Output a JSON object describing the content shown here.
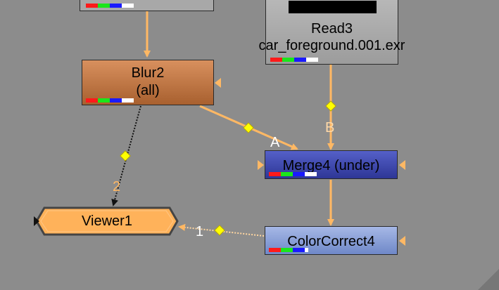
{
  "nodes": {
    "read3": {
      "title": "Read3",
      "subtitle": "car_foreground.001.exr"
    },
    "blur2": {
      "title": "Blur2",
      "subtitle": "(all)"
    },
    "merge4": {
      "title": "Merge4 (under)"
    },
    "colorcorrect4": {
      "title": "ColorCorrect4"
    },
    "viewer1": {
      "title": "Viewer1"
    }
  },
  "edge_labels": {
    "merge_a": "A",
    "merge_b": "B",
    "viewer_input_1": "1",
    "viewer_input_2": "2"
  },
  "colors": {
    "background": "#8c8c8c",
    "edge": "#ffb864",
    "dot": "#ffff00",
    "blur_node": "#b86a3c",
    "merge_node": "#3d47b0",
    "colorcorrect_node": "#7f99d6",
    "viewer_node": "#ffb25a",
    "read_node": "#a8a8a8"
  }
}
